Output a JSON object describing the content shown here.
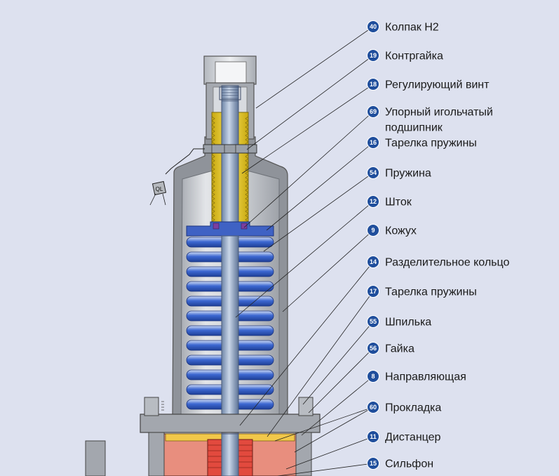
{
  "callouts": [
    {
      "num": "40",
      "text": [
        "Колпак H2"
      ]
    },
    {
      "num": "19",
      "text": [
        "Контргайка"
      ]
    },
    {
      "num": "18",
      "text": [
        "Регулирующий винт"
      ]
    },
    {
      "num": "69",
      "text": [
        "Упорный игольчатый",
        "подшипник"
      ]
    },
    {
      "num": "16",
      "text": [
        "Тарелка пружины"
      ]
    },
    {
      "num": "54",
      "text": [
        "Пружина"
      ]
    },
    {
      "num": "12",
      "text": [
        "Шток"
      ]
    },
    {
      "num": "9",
      "text": [
        "Кожух"
      ]
    },
    {
      "num": "14",
      "text": [
        "Разделительное кольцо"
      ]
    },
    {
      "num": "17",
      "text": [
        "Тарелка пружины"
      ]
    },
    {
      "num": "55",
      "text": [
        "Шпилька"
      ]
    },
    {
      "num": "56",
      "text": [
        "Гайка"
      ]
    },
    {
      "num": "8",
      "text": [
        "Направляющая"
      ]
    },
    {
      "num": "60",
      "text": [
        "Прокладка"
      ]
    },
    {
      "num": "11",
      "text": [
        "Дистанцер"
      ]
    },
    {
      "num": "15",
      "text": [
        "Сильфон"
      ]
    }
  ],
  "seal_tag": "QL",
  "colors": {
    "background": "#dde1ef",
    "badge": "#1f4e9c",
    "spring": "#2f5bc8",
    "housing": "#c6c9cf",
    "screw": "#f2d21a",
    "base": "#e88e7e",
    "stem": "#8fa6c4",
    "leader": "#222222"
  }
}
